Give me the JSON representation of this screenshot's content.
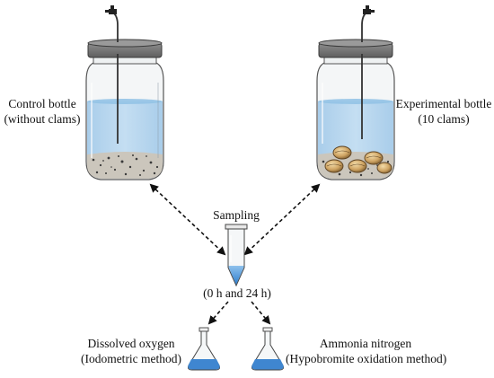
{
  "labels": {
    "control_line1": "Control bottle",
    "control_line2": "(without clams)",
    "experimental_line1": "Experimental bottle",
    "experimental_line2": "(10 clams)",
    "sampling": "Sampling",
    "time_points": "(0 h and 24 h)",
    "do_line1": "Dissolved oxygen",
    "do_line2": "(Iodometric method)",
    "an_line1": "Ammonia nitrogen",
    "an_line2": "(Hypobromite oxidation method)"
  },
  "colors": {
    "water": "#b9d7ee",
    "water_surface": "#8fbfe2",
    "lid": "#6f6f6f",
    "lid_top": "#8c8c8c",
    "glass_stroke": "#555555",
    "sediment": "#cfcac1",
    "clam_shell": "#caa060",
    "sample_liquid": "#3f8fd6",
    "flask_liquid": "#3f86d0",
    "arrow": "#111111"
  },
  "icons": {
    "control": "glass-bottle-icon",
    "experimental": "glass-bottle-with-clams-icon",
    "sampling": "centrifuge-tube-icon",
    "flask": "erlenmeyer-flask-icon"
  }
}
